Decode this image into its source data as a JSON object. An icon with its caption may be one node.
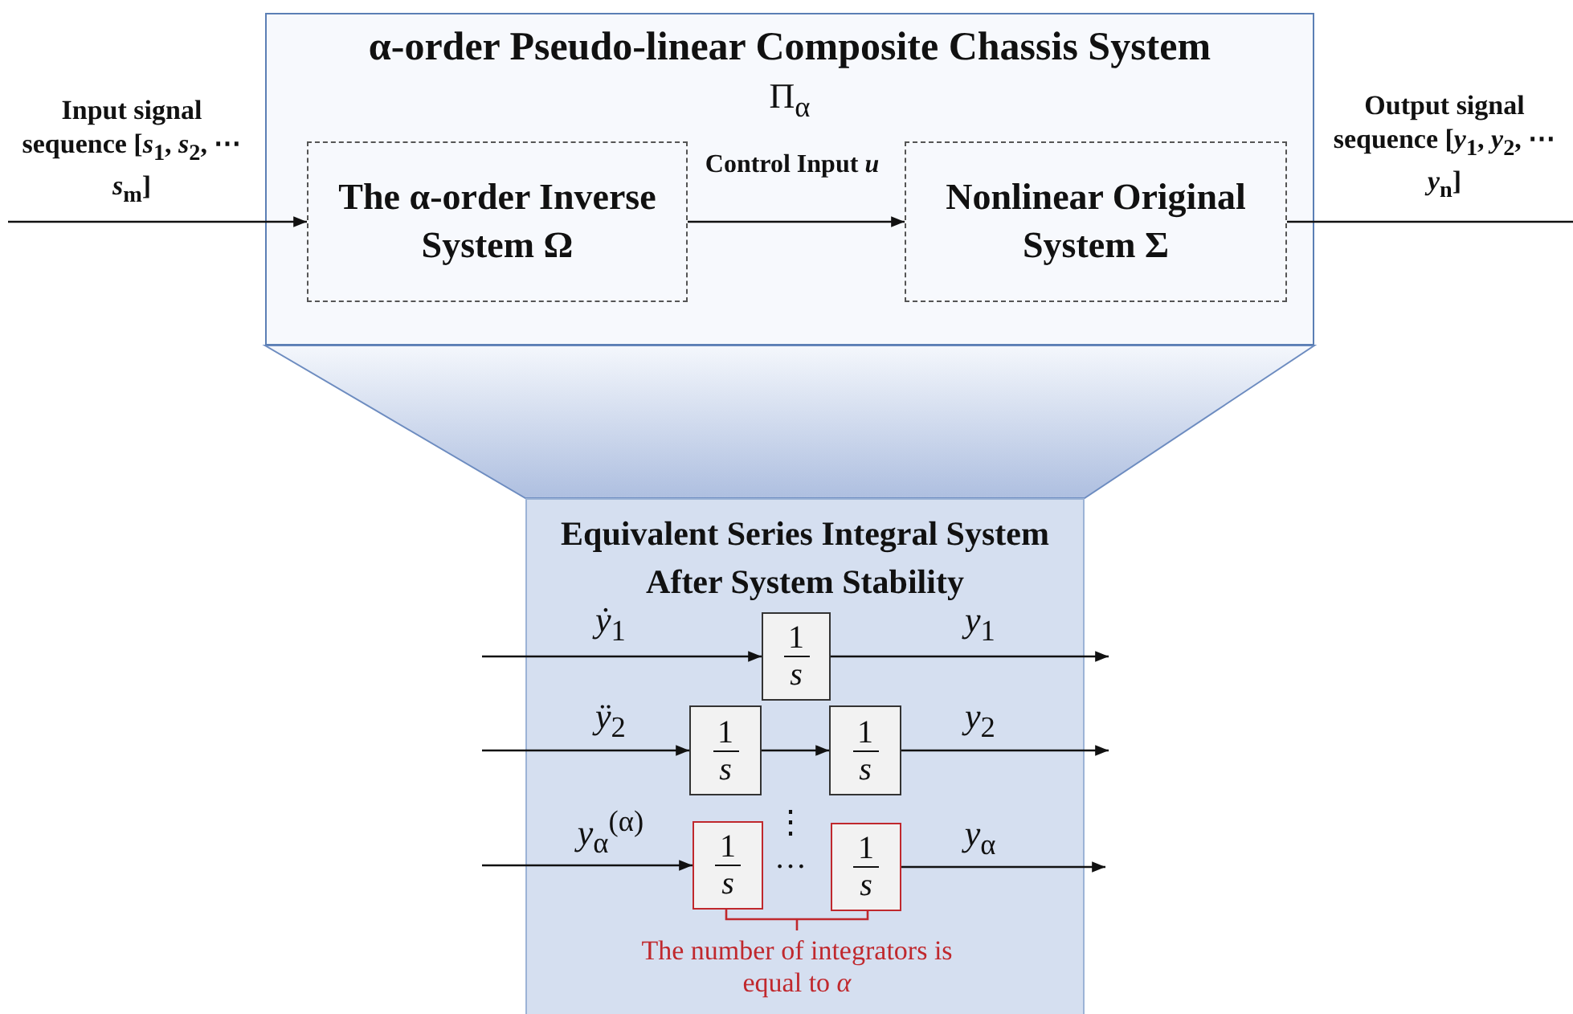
{
  "diagram": {
    "nodes": [
      {
        "text": [
          "α-order Pseudo-linear Composite Chassis System",
          "Π$_{α}$"
        ]
      },
      {
        "text": [
          "The α-order Inverse System Ω"
        ],
        "in": 0
      },
      {
        "text": [
          "Nonlinear Original System Σ"
        ],
        "in": 0
      },
      {
        "text": [
          "Equivalent Series Integral System After System Stability"
        ]
      },
      {
        "text": [
          "1",
          "*s*"
        ],
        "in": 3
      },
      {
        "text": [
          "1",
          "*s*"
        ],
        "in": 3
      },
      {
        "text": [
          "1",
          "*s*"
        ],
        "in": 3
      },
      {
        "text": [
          "1",
          "*s*"
        ],
        "in": 3
      },
      {
        "text": [
          "1",
          "*s*"
        ],
        "in": 3
      }
    ],
    "edges": [
      {
        "from": null,
        "to": 1,
        "arrow": "to",
        "label": "Input signal sequence [*s*$_{1}$, *s*$_{2}$, ⋯ *s*$_{m}$]"
      },
      {
        "from": 1,
        "to": 2,
        "arrow": "to",
        "label": "Control Input *u*"
      },
      {
        "from": 2,
        "to": null,
        "arrow": "none",
        "label": "Output signal sequence [*y*$_{1}$, *y*$_{2}$, ⋯ *y*$_{n}$]"
      },
      {
        "from": null,
        "to": 4,
        "arrow": "to",
        "label": "*ẏ*$_{1}$"
      },
      {
        "from": 4,
        "to": null,
        "arrow": "to",
        "label": "*y*$_{1}$"
      },
      {
        "from": null,
        "to": 5,
        "arrow": "to",
        "label": "*ÿ*$_{2}$"
      },
      {
        "from": 5,
        "to": 6,
        "arrow": "to"
      },
      {
        "from": 6,
        "to": null,
        "arrow": "to",
        "label": "*y*$_{2}$"
      },
      {
        "from": null,
        "to": 7,
        "arrow": "to",
        "label": "*y*$_{α}$$^{(α)}$"
      },
      {
        "from": 8,
        "to": null,
        "arrow": "to",
        "label": "*y*$_{α}$"
      }
    ],
    "labels": [
      "⋮",
      "…",
      "The number of integrators is equal to *α*"
    ]
  }
}
